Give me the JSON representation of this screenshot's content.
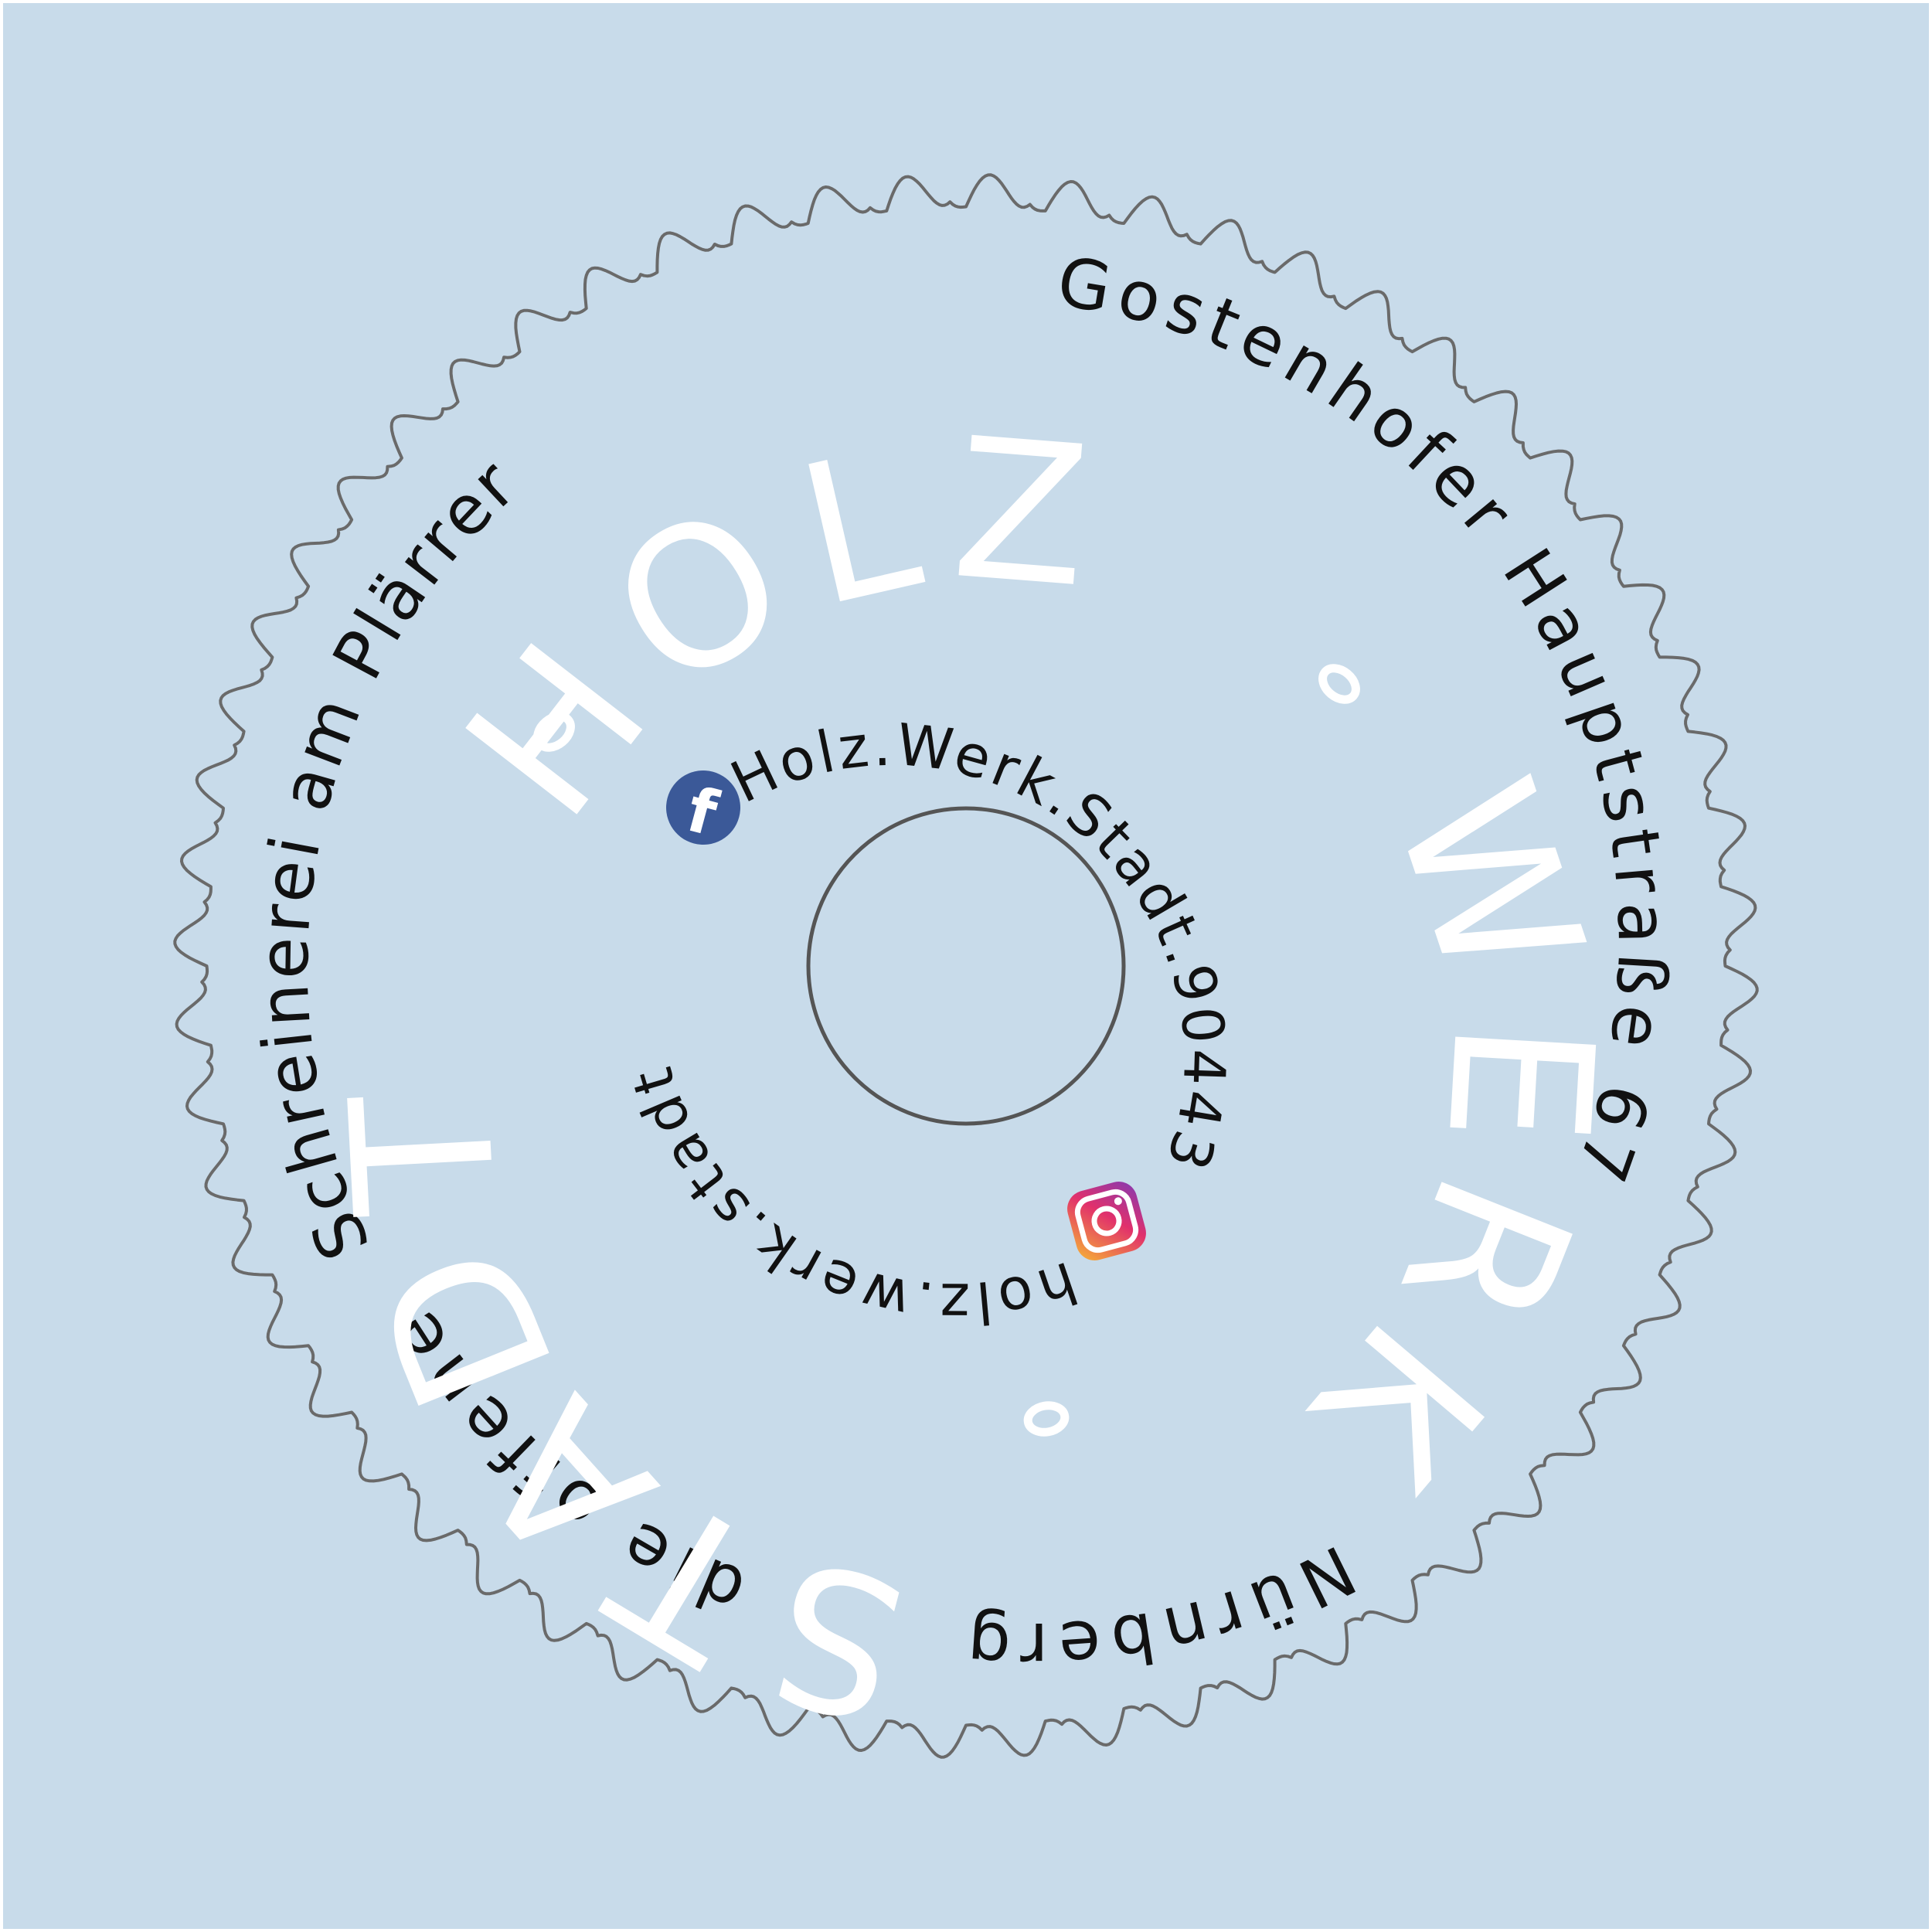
{
  "colors": {
    "background": "#c8dbea",
    "frame": "#ffffff",
    "line": "#6a6a6a",
    "big_text": "#ffffff",
    "small_text": "#111111",
    "facebook": "#3b5998",
    "instagram_start": "#f7b733",
    "instagram_end": "#c13584"
  },
  "outer_ring": {
    "top_left": "Schreinerei am Plärrer",
    "top_right": "Gostenhofer Hauptstraße 67",
    "bottom_right": "Nürnberg",
    "bottom_left": "die offene"
  },
  "logo": {
    "word1": "HOLZ",
    "word2": "WERK",
    "word3": "STADT"
  },
  "social": {
    "facebook_handle": "Holz.Werk.Stadt.90443",
    "facebook_icon": "facebook-icon",
    "instagram_handle": "holz.werk.stadt",
    "instagram_icon": "instagram-icon"
  }
}
